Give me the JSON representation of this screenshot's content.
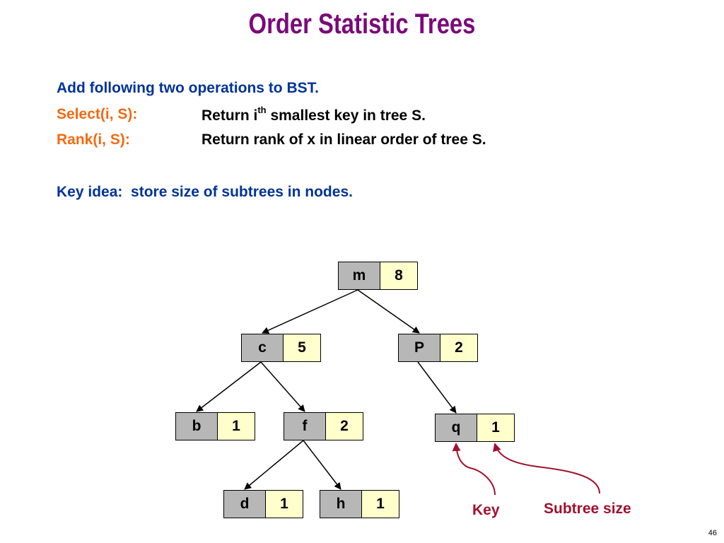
{
  "slide": {
    "title": "Order Statistic Trees",
    "intro": "Add following two operations to BST.",
    "ops": [
      {
        "name": "Select(i, S):",
        "desc_pre": "Return i",
        "desc_sup": "th",
        "desc_post": " smallest key in tree S."
      },
      {
        "name": "Rank(i, S):",
        "desc_pre": "Return rank of x in linear order of tree S.",
        "desc_sup": "",
        "desc_post": ""
      }
    ],
    "key_idea": "Key idea:  store size of subtrees in nodes.",
    "page_number": "46"
  },
  "tree": {
    "nodes": [
      {
        "id": "m",
        "key": "m",
        "size": "8"
      },
      {
        "id": "c",
        "key": "c",
        "size": "5"
      },
      {
        "id": "P",
        "key": "P",
        "size": "2"
      },
      {
        "id": "b",
        "key": "b",
        "size": "1"
      },
      {
        "id": "f",
        "key": "f",
        "size": "2"
      },
      {
        "id": "q",
        "key": "q",
        "size": "1"
      },
      {
        "id": "d",
        "key": "d",
        "size": "1"
      },
      {
        "id": "h",
        "key": "h",
        "size": "1"
      }
    ],
    "edges": [
      [
        "m",
        "c"
      ],
      [
        "m",
        "P"
      ],
      [
        "c",
        "b"
      ],
      [
        "c",
        "f"
      ],
      [
        "P",
        "q"
      ],
      [
        "f",
        "d"
      ],
      [
        "f",
        "h"
      ]
    ]
  },
  "callouts": {
    "key_label": "Key",
    "size_label": "Subtree size",
    "color": "#a0122e"
  },
  "colors": {
    "title": "#7a0a7a",
    "intro": "#003399",
    "ops": "#f26a12",
    "key_cell": "#b7b7b7",
    "size_cell": "#ffffcc"
  }
}
